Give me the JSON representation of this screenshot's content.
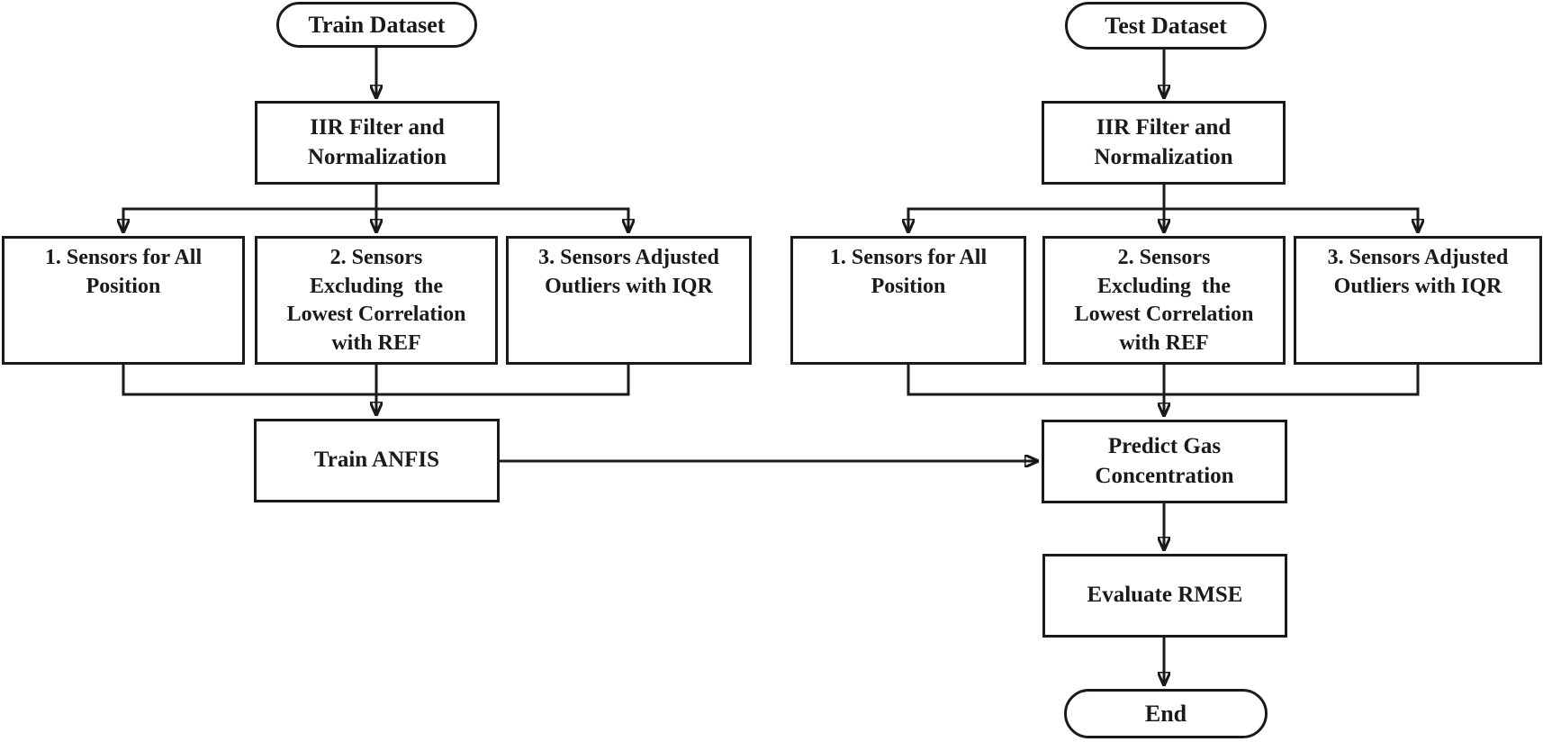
{
  "colors": {
    "line": "#1a1a1a",
    "node_border": "#1a1a1a",
    "node_fill": "#ffffff",
    "background": "#ffffff"
  },
  "train_pipeline": {
    "start_label": "Train Dataset",
    "preprocess_label": "IIR Filter and\nNormalization",
    "branches": [
      "1. Sensors for All\nPosition",
      "2. Sensors\nExcluding  the\nLowest Correlation\nwith REF",
      "3. Sensors Adjusted\nOutliers with IQR"
    ],
    "model_label": "Train ANFIS"
  },
  "test_pipeline": {
    "start_label": "Test Dataset",
    "preprocess_label": "IIR Filter and\nNormalization",
    "branches": [
      "1. Sensors for All\nPosition",
      "2. Sensors\nExcluding  the\nLowest Correlation\nwith REF",
      "3. Sensors Adjusted\nOutliers with IQR"
    ],
    "predict_label": "Predict Gas\nConcentration",
    "evaluate_label": "Evaluate RMSE",
    "end_label": "End"
  }
}
